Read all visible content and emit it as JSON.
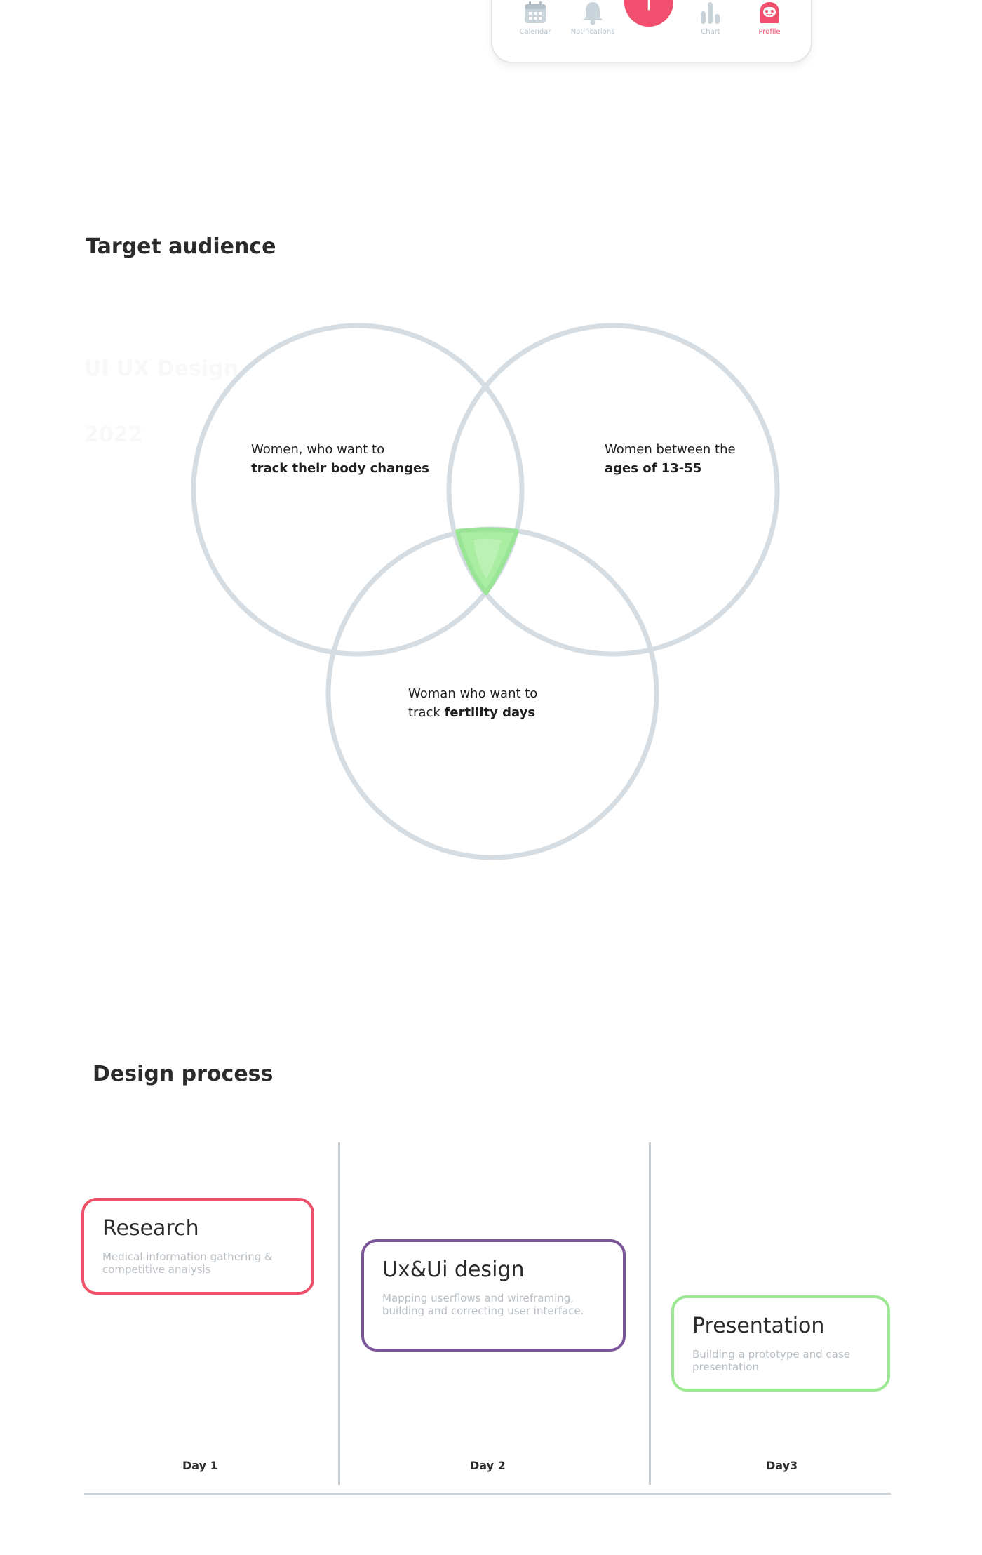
{
  "tab_bar": {
    "items": [
      {
        "label": "Calendar",
        "icon": "calendar-icon"
      },
      {
        "label": "Notifications",
        "icon": "bell-icon"
      },
      {
        "label": "Chart",
        "icon": "bar-chart-icon"
      },
      {
        "label": "Profile",
        "icon": "profile-icon"
      }
    ],
    "fab_label": "+",
    "active_color": "#f0506e",
    "inactive_color": "#b7c3cc"
  },
  "target_audience": {
    "title": "Target audience",
    "ghost_text": [
      "UI UX Design",
      "2022"
    ],
    "circles": [
      {
        "line1": "Women, who want to",
        "bold": "track their body changes"
      },
      {
        "line1": "Women between the",
        "bold": "ages of 13-55"
      },
      {
        "line1": "Woman who want to",
        "prefix": "track ",
        "bold": "fertility days"
      }
    ],
    "circle_color": "#d5dde3",
    "intersection_color": "#a8eda0"
  },
  "design_process": {
    "title": "Design process",
    "stages": [
      {
        "title": "Research",
        "description": "Medical information gathering & competitive analysis",
        "day": "Day 1",
        "color": "#ec4f66"
      },
      {
        "title": "Ux&Ui design",
        "description": "Mapping userflows and wireframing, building and correcting user interface.",
        "day": "Day 2",
        "color": "#7b559a"
      },
      {
        "title": "Presentation",
        "description": "Building a prototype and case presentation",
        "day": "Day3",
        "color": "#9ae88f"
      }
    ]
  }
}
